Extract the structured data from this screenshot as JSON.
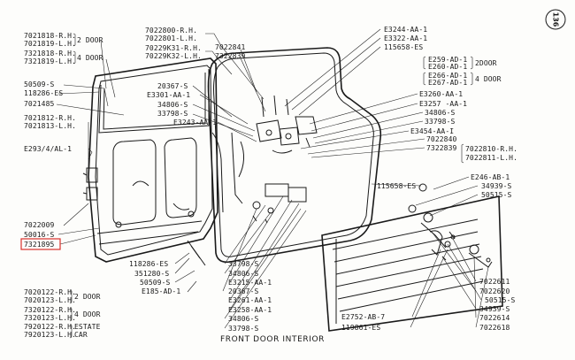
{
  "page_number": "136",
  "caption": "FRONT DOOR INTERIOR",
  "highlight_color": "#d9302b",
  "left_labels": {
    "door_group_1": {
      "line1": "7021818-R.H.",
      "line2": "7021819-L.H.",
      "brace_label": "2 DOOR"
    },
    "door_group_2": {
      "line1": "7321818-R.H.",
      "line2": "7321819-L.H.",
      "brace_label": "4 DOOR"
    },
    "p_50509_s": "50509-S",
    "p_118286_es": "118286-ES",
    "p_7021485": "7021485",
    "hinge_group": {
      "line1": "7021812-R.H.",
      "line2": "7021813-L.H."
    },
    "p_e293": "E293/4/AL-1",
    "p_7022009": "7022009",
    "p_50016_s": "50016-S",
    "p_7321895": "7321895",
    "bottom_group_a": {
      "line1": "7020122-R.H.",
      "line2": "7020123-L.H.",
      "brace_label": "2 DOOR"
    },
    "bottom_group_b": {
      "line1": "7320122-R.H.",
      "line2": "7320123-L.H.",
      "brace_label": "4 DOOR"
    },
    "bottom_group_c": {
      "line1": "7920122-R.H.",
      "line2": "7920123-L.H.",
      "brace_label_1": "ESTATE",
      "brace_label_2": "CAR"
    }
  },
  "top_center_labels": {
    "group_a": {
      "line1": "7022800-R.H.",
      "line2": "7022801-L.H."
    },
    "group_b": {
      "line1": "70229K31-R.H.",
      "line2": "70229K32-L.H."
    },
    "p_7022841": "7022841",
    "p_7322839": "7322839"
  },
  "center_labels": {
    "p_20367_s": "20367-S",
    "p_e3301": "E3301-AA-1",
    "p_34806_s": "34806-S",
    "p_33798_s": "33798-S",
    "p_e3243": "E3243-AA-1"
  },
  "lower_center_labels": {
    "p_118286_es": "118286-ES",
    "p_351280_s": "351280-S",
    "p_50509_s": "50509-S",
    "p_e185": "E185-AD-1"
  },
  "right_top_labels": {
    "p_e3244": "E3244-AA-1",
    "p_e3322": "E3322-AA-1",
    "p_115658_es": "115658-ES",
    "group_2door": {
      "line1": "E259-AD-1",
      "line2": "E260-AD-1",
      "brace_label": "2DOOR"
    },
    "group_4door": {
      "line1": "E266-AD-1",
      "line2": "E267-AD-1",
      "brace_label": "4 DOOR"
    },
    "p_e3260": "E3260-AA-1",
    "p_e3257": "E3257 -AA-1",
    "p_34806_s": "34806-S",
    "p_33798_s": "33798-S",
    "p_e3454": "E3454-AA-I",
    "p_7022840": "7022840",
    "p_7322839": "7322839",
    "group_7022810": {
      "line1": "7022810-R.H.",
      "line2": "7022811-L.H."
    },
    "p_115658_es_b": "115658-ES",
    "p_e246": "E246-AB-1",
    "p_34939_s": "34939-S",
    "p_50515_s": "50515-S"
  },
  "bottom_center_labels": {
    "p_33798_s": "33798-S",
    "p_34806_s": "34806-S",
    "p_e3215": "E3215-AA-1",
    "p_20367_s": "20367-S",
    "p_e3261": "E3261-AA-1",
    "p_e3258": "E3258-AA-1",
    "p_34806_s_b": "34806-S",
    "p_33798_s_b": "33798-S"
  },
  "bottom_right_labels": {
    "p_e2752": "E2752-AB-7",
    "p_119861": "119861-ES",
    "p_7022611": "7022611",
    "p_7022620": "7022620",
    "p_50515_s": "50515-S",
    "p_34939_s": "34939-S",
    "p_7022614": "7022614",
    "p_7022618": "7022618"
  }
}
